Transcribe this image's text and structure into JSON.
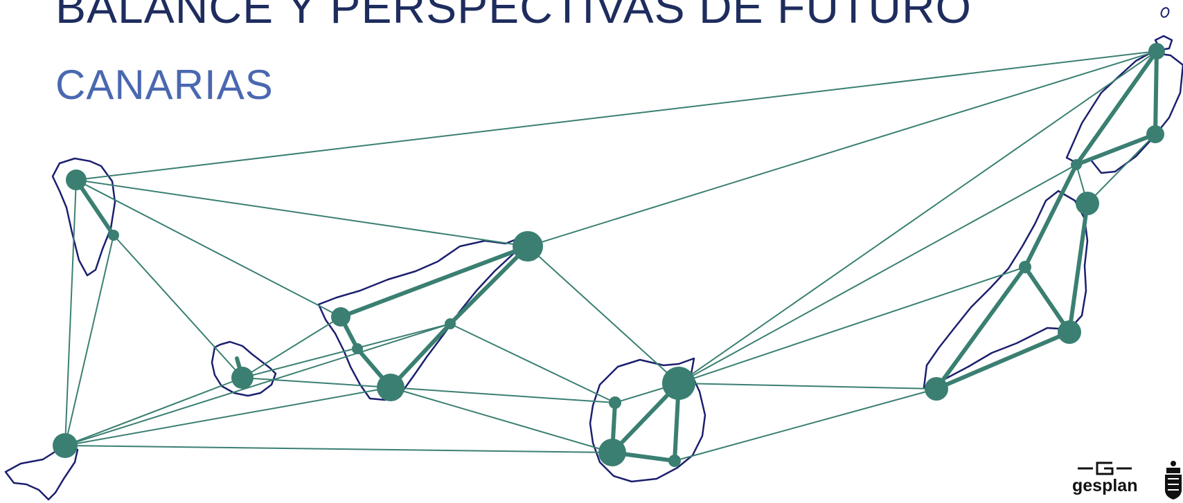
{
  "title": "BALANCE Y PERSPECTIVAS DE FUTURO",
  "subtitle": "CANARIAS",
  "logo": {
    "text": "gesplan",
    "icon": "gesplan-logo-icon"
  },
  "crest": {
    "icon": "canarias-crest-icon"
  },
  "colors": {
    "title": "#1e2d5e",
    "subtitle": "#4a68b0",
    "network": "#3a7f72",
    "island_outline": "#1b1f6e"
  }
}
